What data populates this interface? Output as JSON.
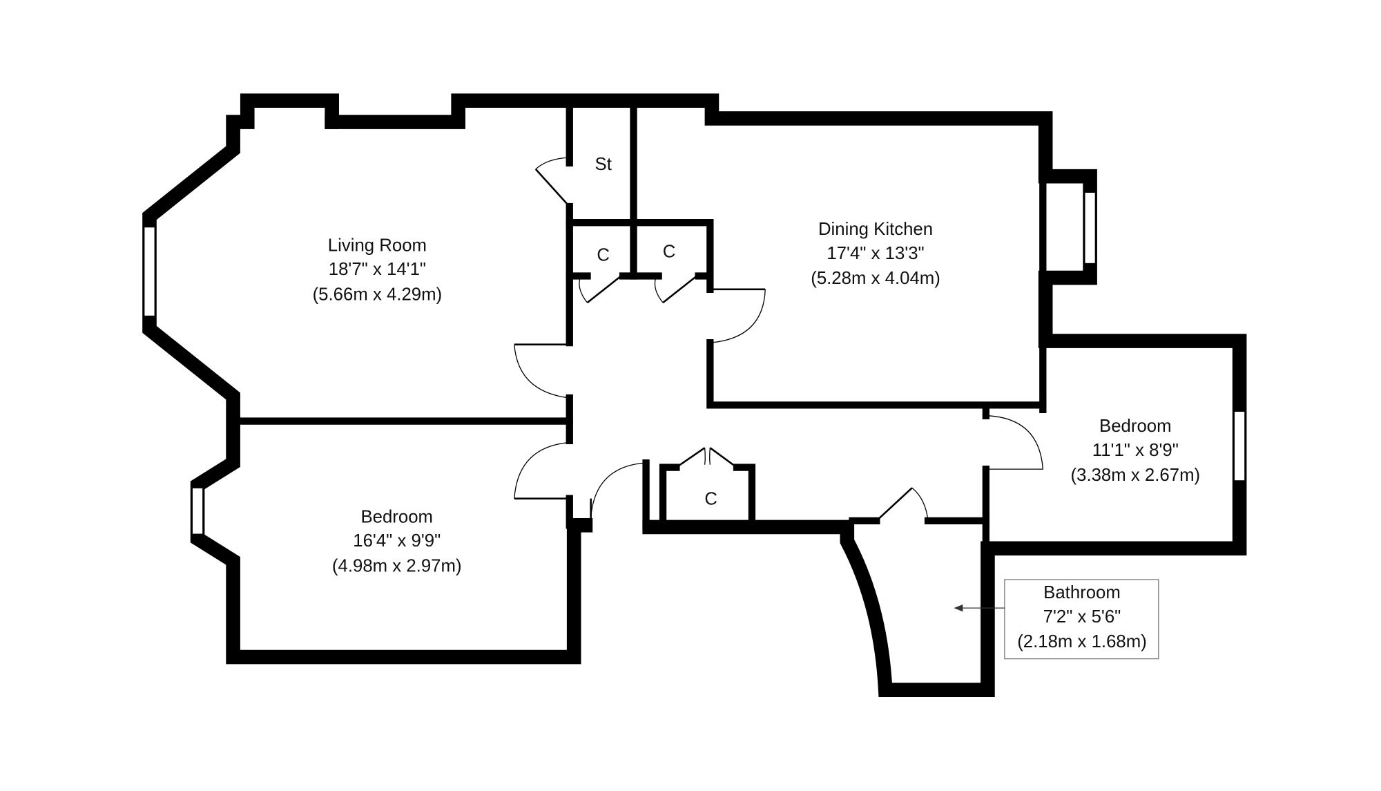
{
  "rooms": {
    "living_room": {
      "name": "Living Room",
      "imperial": "18'7\" x 14'1\"",
      "metric": "(5.66m x 4.29m)"
    },
    "dining_kitchen": {
      "name": "Dining Kitchen",
      "imperial": "17'4\" x 13'3\"",
      "metric": "(5.28m x 4.04m)"
    },
    "bedroom_1": {
      "name": "Bedroom",
      "imperial": "16'4\" x 9'9\"",
      "metric": "(4.98m x 2.97m)"
    },
    "bedroom_2": {
      "name": "Bedroom",
      "imperial": "11'1\" x 8'9\"",
      "metric": "(3.38m x 2.67m)"
    },
    "bathroom": {
      "name": "Bathroom",
      "imperial": "7'2\" x 5'6\"",
      "metric": "(2.18m x 1.68m)"
    }
  },
  "small_labels": {
    "store": "St",
    "cupboard_1": "C",
    "cupboard_2": "C",
    "cupboard_3": "C"
  }
}
